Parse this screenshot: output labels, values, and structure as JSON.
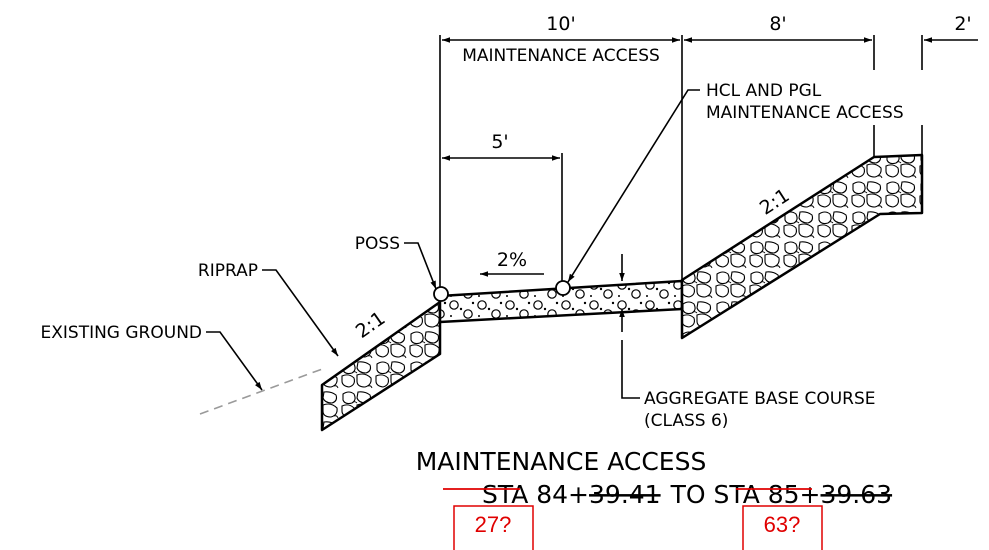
{
  "dimensions": {
    "maintenance_access_width": "10'",
    "shoulder_width": "8'",
    "top_width": "2'",
    "hcl_offset": "5'",
    "cross_slope": "2%"
  },
  "labels": {
    "maintenance_access": "MAINTENANCE ACCESS",
    "hcl_pgl_line1": "HCL AND PGL",
    "hcl_pgl_line2": "MAINTENANCE ACCESS",
    "poss": "POSS",
    "riprap": "RIPRAP",
    "existing_ground": "EXISTING GROUND",
    "aggregate_line1": "AGGREGATE BASE COURSE",
    "aggregate_line2": "(CLASS 6)",
    "slope_left": "2:1",
    "slope_right": "2:1"
  },
  "title": {
    "line1": "MAINTENANCE ACCESS",
    "sta_prefix": "STA 84+",
    "sta_start_struck": "39.41",
    "to_text": "TO STA 85+",
    "sta_end_struck": "39.63"
  },
  "markups": {
    "start_correction": "27?",
    "end_correction": "63?"
  },
  "colors": {
    "linework": "#000000",
    "existing_ground": "#9a9a9a",
    "redline": "#e00000"
  }
}
